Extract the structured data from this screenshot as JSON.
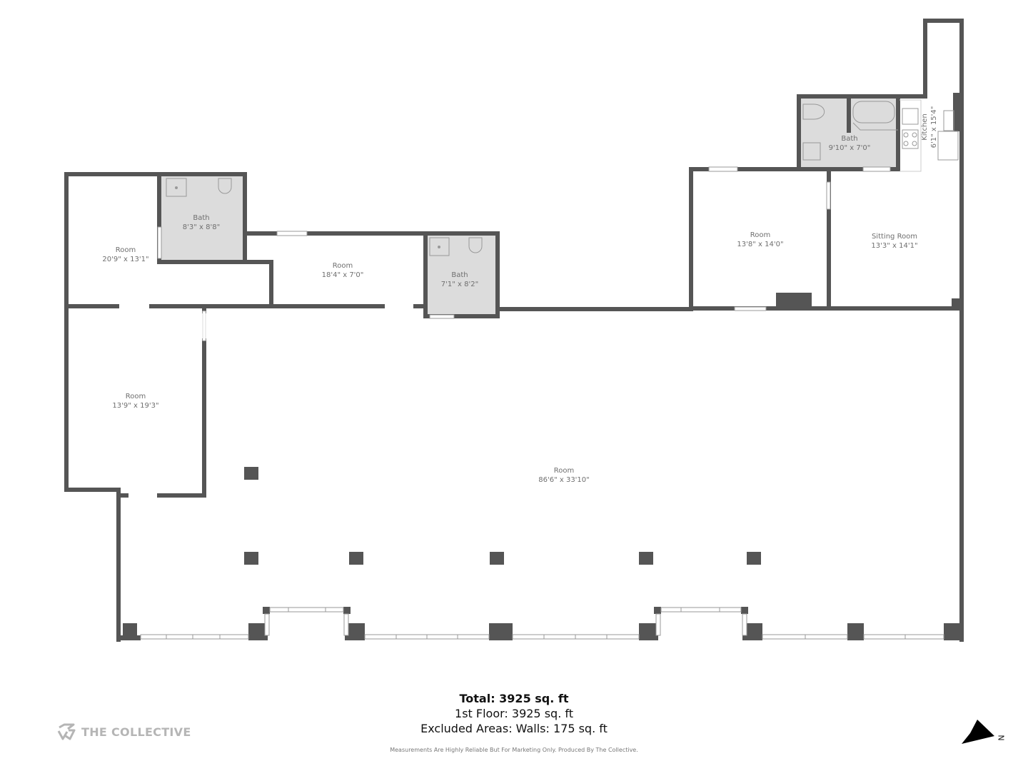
{
  "plan": {
    "wall_color": "#555555",
    "bath_fill": "#dcdcdc",
    "background": "#ffffff",
    "label_color": "#6f6f6f"
  },
  "rooms": [
    {
      "name": "Room",
      "dims": "20'9\" x 13'1\""
    },
    {
      "name": "Bath",
      "dims": "8'3\" x 8'8\""
    },
    {
      "name": "Room",
      "dims": "18'4\" x 7'0\""
    },
    {
      "name": "Bath",
      "dims": "7'1\" x 8'2\""
    },
    {
      "name": "Room",
      "dims": "13'9\" x 19'3\""
    },
    {
      "name": "Room",
      "dims": "86'6\" x 33'10\""
    },
    {
      "name": "Room",
      "dims": "13'8\" x 14'0\""
    },
    {
      "name": "Sitting Room",
      "dims": "13'3\" x 14'1\""
    },
    {
      "name": "Bath",
      "dims": "9'10\" x 7'0\""
    },
    {
      "name": "Kitchen",
      "dims": "6'1\" x 15'4\""
    }
  ],
  "summary": {
    "total": "Total: 3925 sq. ft",
    "first_floor": "1st Floor: 3925 sq. ft",
    "excluded": "Excluded Areas: Walls: 175 sq. ft"
  },
  "disclaimer": "Measurements Are Highly Reliable But For Marketing Only. Produced By The Collective.",
  "brand": {
    "name": "THE COLLECTIVE",
    "icon": "collective-logo-icon"
  },
  "compass": {
    "label": "N",
    "icon": "north-arrow-icon"
  }
}
